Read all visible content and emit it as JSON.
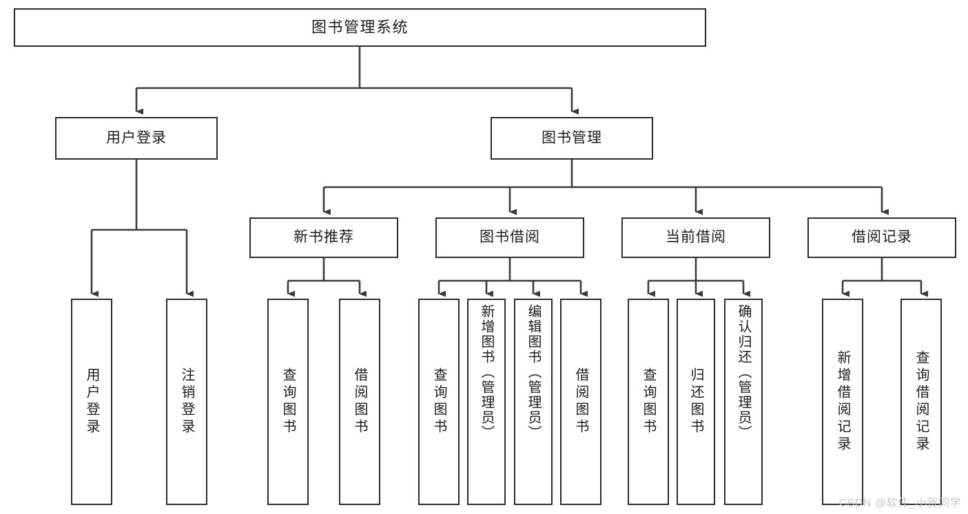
{
  "diagram": {
    "title": "图书管理系统",
    "type": "hierarchy-tree",
    "watermark": "CSDN @软件_小贺同学",
    "colors": {
      "box_border": "#2b2b2b",
      "box_fill": "#ffffff",
      "edge": "#3a3a3a",
      "text": "#1c1c1c",
      "watermark": "#c9c9c9"
    },
    "root": {
      "label": "图书管理系统"
    },
    "level2": [
      {
        "label": "用户登录"
      },
      {
        "label": "图书管理"
      }
    ],
    "level3": [
      {
        "label": "新书推荐"
      },
      {
        "label": "图书借阅"
      },
      {
        "label": "当前借阅"
      },
      {
        "label": "借阅记录"
      }
    ],
    "leaves": {
      "user_login": [
        {
          "label": "用户登录"
        },
        {
          "label": "注销登录"
        }
      ],
      "new_book_recommend": [
        {
          "label": "查询图书"
        },
        {
          "label": "借阅图书"
        }
      ],
      "book_borrow": [
        {
          "label": "查询图书"
        },
        {
          "label": "新增图书（管理员）"
        },
        {
          "label": "编辑图书（管理员）"
        },
        {
          "label": "借阅图书"
        }
      ],
      "current_borrow": [
        {
          "label": "查询图书"
        },
        {
          "label": "归还图书"
        },
        {
          "label": "确认归还（管理员）"
        }
      ],
      "borrow_record": [
        {
          "label": "新增借阅记录"
        },
        {
          "label": "查询借阅记录"
        }
      ]
    }
  }
}
